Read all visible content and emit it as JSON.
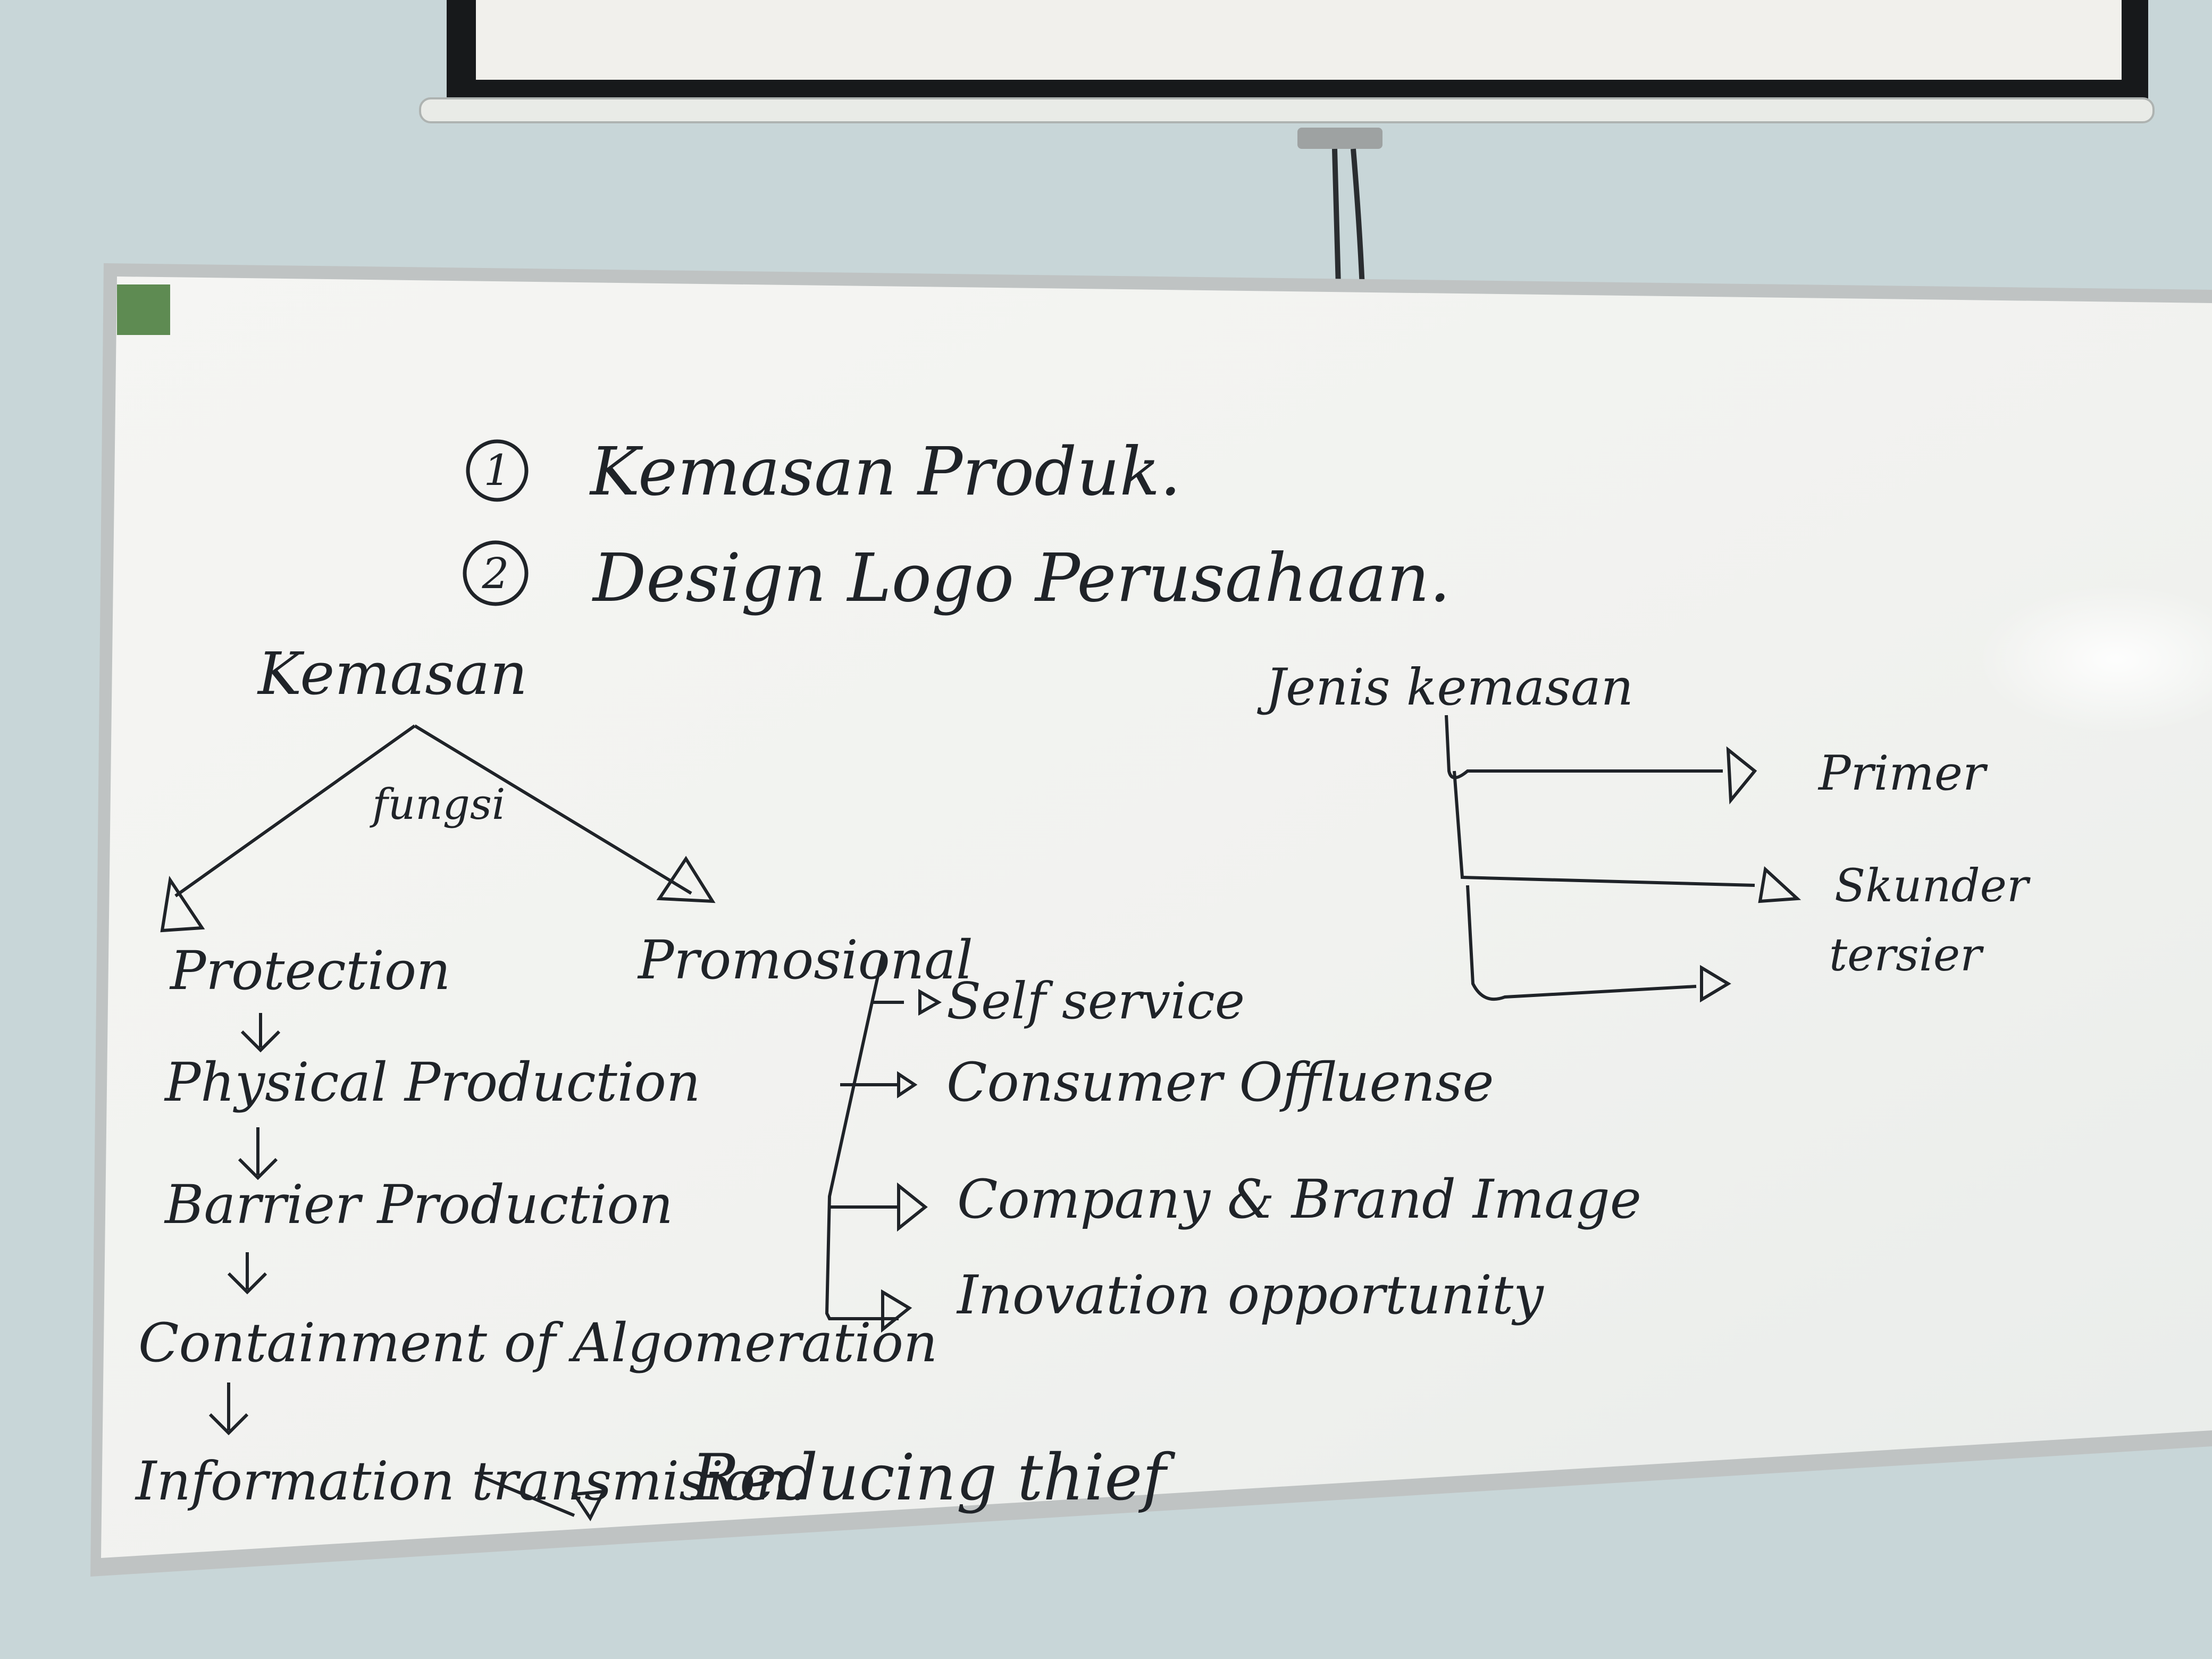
{
  "board": {
    "headings": {
      "item1_number": "1",
      "item1_text": "Kemasan Produk.",
      "item2_number": "2",
      "item2_text": "Design Logo Perusahaan."
    },
    "left_tree": {
      "root": "Kemasan",
      "edge_label": "fungsi",
      "left_child": "Protection",
      "right_child": "Promosional",
      "protection_chain": [
        "Physical Production",
        "Barrier Production",
        "Containment of Algomeration",
        "Information transmision."
      ],
      "extra": "Reducing thief"
    },
    "promosional_branches": [
      "Self service",
      "Consumer Offluense",
      "Company & Brand Image",
      "Inovation opportunity"
    ],
    "jenis": {
      "title": "Jenis kemasan",
      "items": [
        "Primer",
        "Skunder",
        "tersier"
      ]
    },
    "colors": {
      "wall": "#c8d6d8",
      "board": "#f4f4f1",
      "frame": "#bfc3c3",
      "ink": "#1f2328"
    }
  }
}
